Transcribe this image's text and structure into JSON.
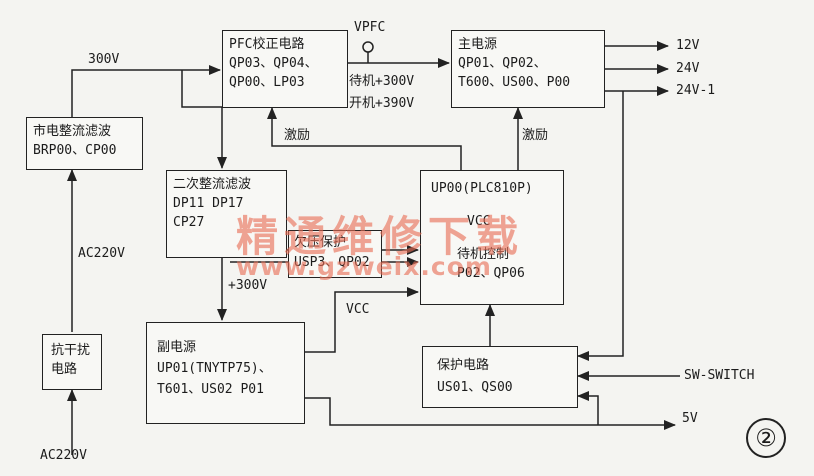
{
  "blocks": {
    "pfc": {
      "title": "PFC校正电路",
      "line1": "QP03、QP04、",
      "line2": "QP00、LP03"
    },
    "main_power": {
      "title": "主电源",
      "line1": "QP01、QP02、",
      "line2": "T600、US00、P00"
    },
    "rectifier": {
      "title": "市电整流滤波",
      "line1": "BRP00、CP00"
    },
    "secondary_rect": {
      "title": "二次整流滤波",
      "line1": "DP11 DP17",
      "line2": "CP27"
    },
    "controller": {
      "title": "UP00(PLC810P)",
      "line1": "VCC"
    },
    "overvoltage": {
      "title": "欠压保护",
      "line1": "USP3、QP02"
    },
    "standby": {
      "title": "待机控制",
      "line1": "P02、QP06"
    },
    "aux_power": {
      "title": "副电源",
      "line1": "UP01(TNYTP75)、",
      "line2": "T601、US02 P01"
    },
    "emi": {
      "title": "抗干扰",
      "line1": "电路"
    },
    "protection": {
      "title": "保护电路",
      "line1": "US01、QS00"
    }
  },
  "labels": {
    "v300_top": "300V",
    "vpfc": "VPFC",
    "standby_v": "待机+300V",
    "on_v": "开机+390V",
    "out_12v": "12V",
    "out_24v": "24V",
    "out_24v1": "24V-1",
    "excite_left": "激励",
    "excite_right": "激励",
    "ac220v_mid": "AC220V",
    "ac220v_bottom": "AC220V",
    "v300_mid": "+300V",
    "vcc": "VCC",
    "sw_switch": "SW-SWITCH",
    "out_5v": "5V",
    "figure_num": "②"
  },
  "watermark": {
    "line1": "精通维修下载",
    "line2": "www.gzweix.com"
  }
}
